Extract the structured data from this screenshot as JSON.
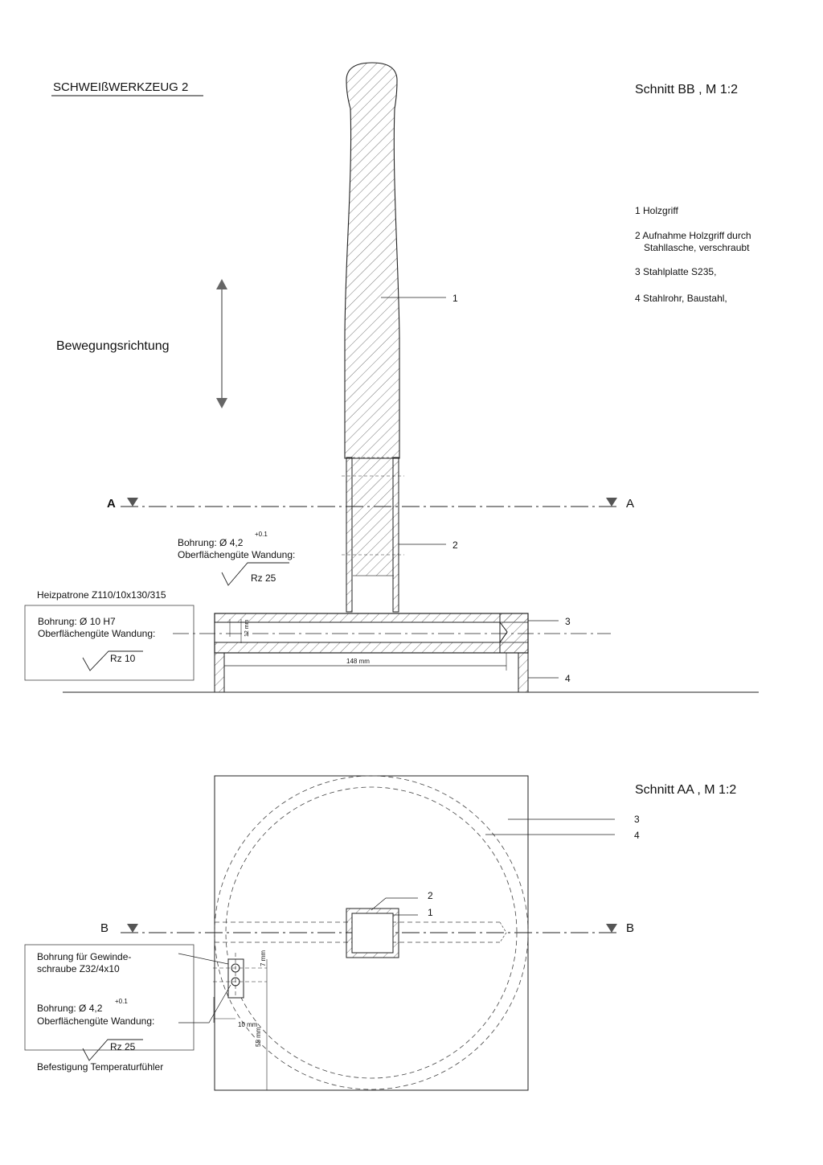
{
  "header": {
    "title": "SCHWEIßWERKZEUG 2",
    "section_bb": "Schnitt BB , M 1:2",
    "section_aa": "Schnitt AA , M 1:2"
  },
  "legend": {
    "item1": "1 Holzgriff",
    "item2_line1": "2 Aufnahme Holzgriff durch",
    "item2_line2": "Stahllasche, verschraubt",
    "item3": "3 Stahlplatte S235,",
    "item4": "4 Stahlrohr, Baustahl,"
  },
  "motion": {
    "label": "Bewegungsrichtung"
  },
  "section_marks": {
    "a": "A",
    "b": "B"
  },
  "top_view": {
    "callouts": {
      "c1": "1",
      "c2": "2",
      "c3": "3",
      "c4": "4"
    },
    "bore_label": "Bohrung: Ø 4,2",
    "bore_tol": "+0.1",
    "bore_surface": "Oberflächengüte Wandung:",
    "bore_rz": "Rz 25",
    "cartridge": "Heizpatrone Z110/10x130/315",
    "box_bore": "Bohrung:  Ø 10 H7",
    "box_surface": "Oberflächengüte Wandung:",
    "box_rz": "Rz 10",
    "dim_148": "148 mm",
    "dim_12": "12 mm"
  },
  "plan_view": {
    "callouts": {
      "c1": "1",
      "c2": "2",
      "c3": "3",
      "c4": "4"
    },
    "screw_line1": "Bohrung für Gewinde-",
    "screw_line2": "schraube Z32/4x10",
    "bore_label": "Bohrung: Ø 4,2",
    "bore_tol": "+0.1",
    "bore_surface": "Oberflächengüte Wandung:",
    "bore_rz": "Rz 25",
    "dim_7": "7 mm",
    "dim_10": "10 mm",
    "dim_55": "55 mm",
    "caption": "Befestigung Temperaturfühler"
  }
}
